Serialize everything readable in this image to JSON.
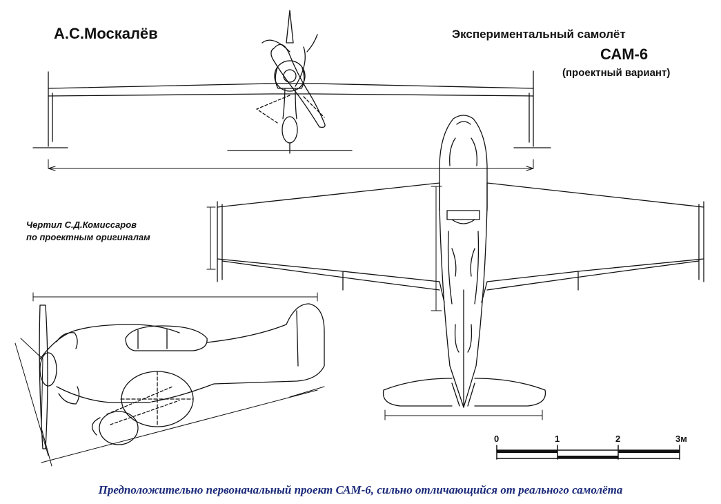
{
  "drawing": {
    "author": "А.С.Москалёв",
    "title_line1": "Экспериментальный самолёт",
    "title_line2": "САМ-6",
    "title_line3": "(проектный вариант)",
    "credit_line1": "Чертил  С.Д.Комиссаров",
    "credit_line2": "по проектным оригиналам",
    "scale": {
      "l0": "0",
      "l1": "1",
      "l2": "2",
      "l3": "3м"
    }
  },
  "caption": "Предположительно первоначальный проект САМ-6, сильно отличающийся от реального самолёта"
}
